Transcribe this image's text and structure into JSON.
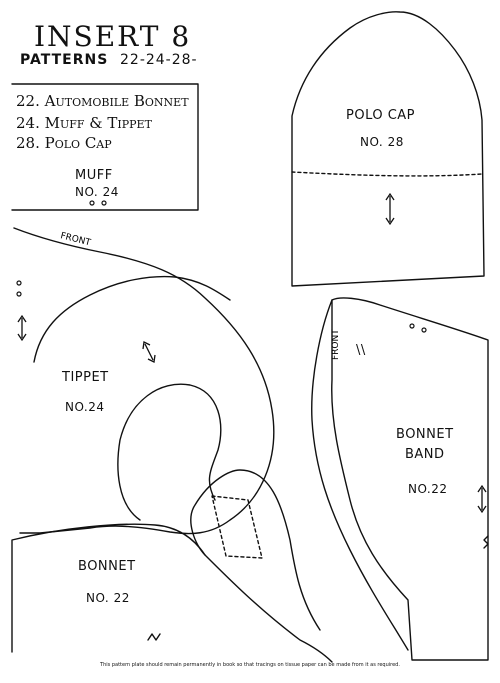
{
  "header": {
    "title": "INSERT 8",
    "patterns_label": "PATTERNS",
    "pattern_numbers": "22-24-28-"
  },
  "index": [
    "22. Automobile Bonnet",
    "24. Muff & Tippet",
    "28. Polo Cap"
  ],
  "pieces": {
    "muff": {
      "name": "MUFF",
      "number": "NO. 24",
      "marks": "o o"
    },
    "polo_cap": {
      "name": "POLO CAP",
      "number": "NO. 28"
    },
    "tippet": {
      "name": "TIPPET",
      "number": "NO.24"
    },
    "bonnet": {
      "name": "BONNET",
      "number": "NO. 22"
    },
    "bonnet_band": {
      "name_line1": "BONNET",
      "name_line2": "BAND",
      "number": "NO.22"
    }
  },
  "edge_labels": {
    "front_top": "FRONT",
    "front_band": "FRONT",
    "band_mark": "\\\\"
  },
  "footer": "This pattern plate should remain permanently in book so that tracings on tissue paper can be made from it as required."
}
